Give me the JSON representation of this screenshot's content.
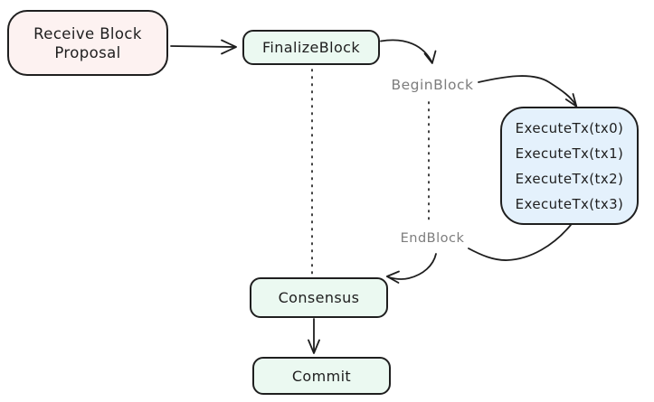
{
  "diagram": {
    "nodes": {
      "receive_block_proposal": {
        "lines": [
          "Receive Block",
          "Proposal"
        ],
        "fill": "#fdf2f1"
      },
      "finalize_block": {
        "label": "FinalizeBlock",
        "fill": "#ebf9f1"
      },
      "execute_tx": {
        "lines": [
          "ExecuteTx(tx0)",
          "ExecuteTx(tx1)",
          "ExecuteTx(tx2)",
          "ExecuteTx(tx3)"
        ],
        "fill": "#e4f1fc"
      },
      "consensus": {
        "label": "Consensus",
        "fill": "#ebf9f1"
      },
      "commit": {
        "label": "Commit",
        "fill": "#ebf9f1"
      }
    },
    "edge_labels": {
      "begin_block": "BeginBlock",
      "end_block": "EndBlock"
    },
    "colors": {
      "background": "#ffffff",
      "stroke": "#1e1e1e",
      "edge_label_gray": "#7d7d7d",
      "node_fill_pink": "#fdf2f1",
      "node_fill_green": "#ebf9f1",
      "node_fill_blue": "#e4f1fc"
    }
  }
}
